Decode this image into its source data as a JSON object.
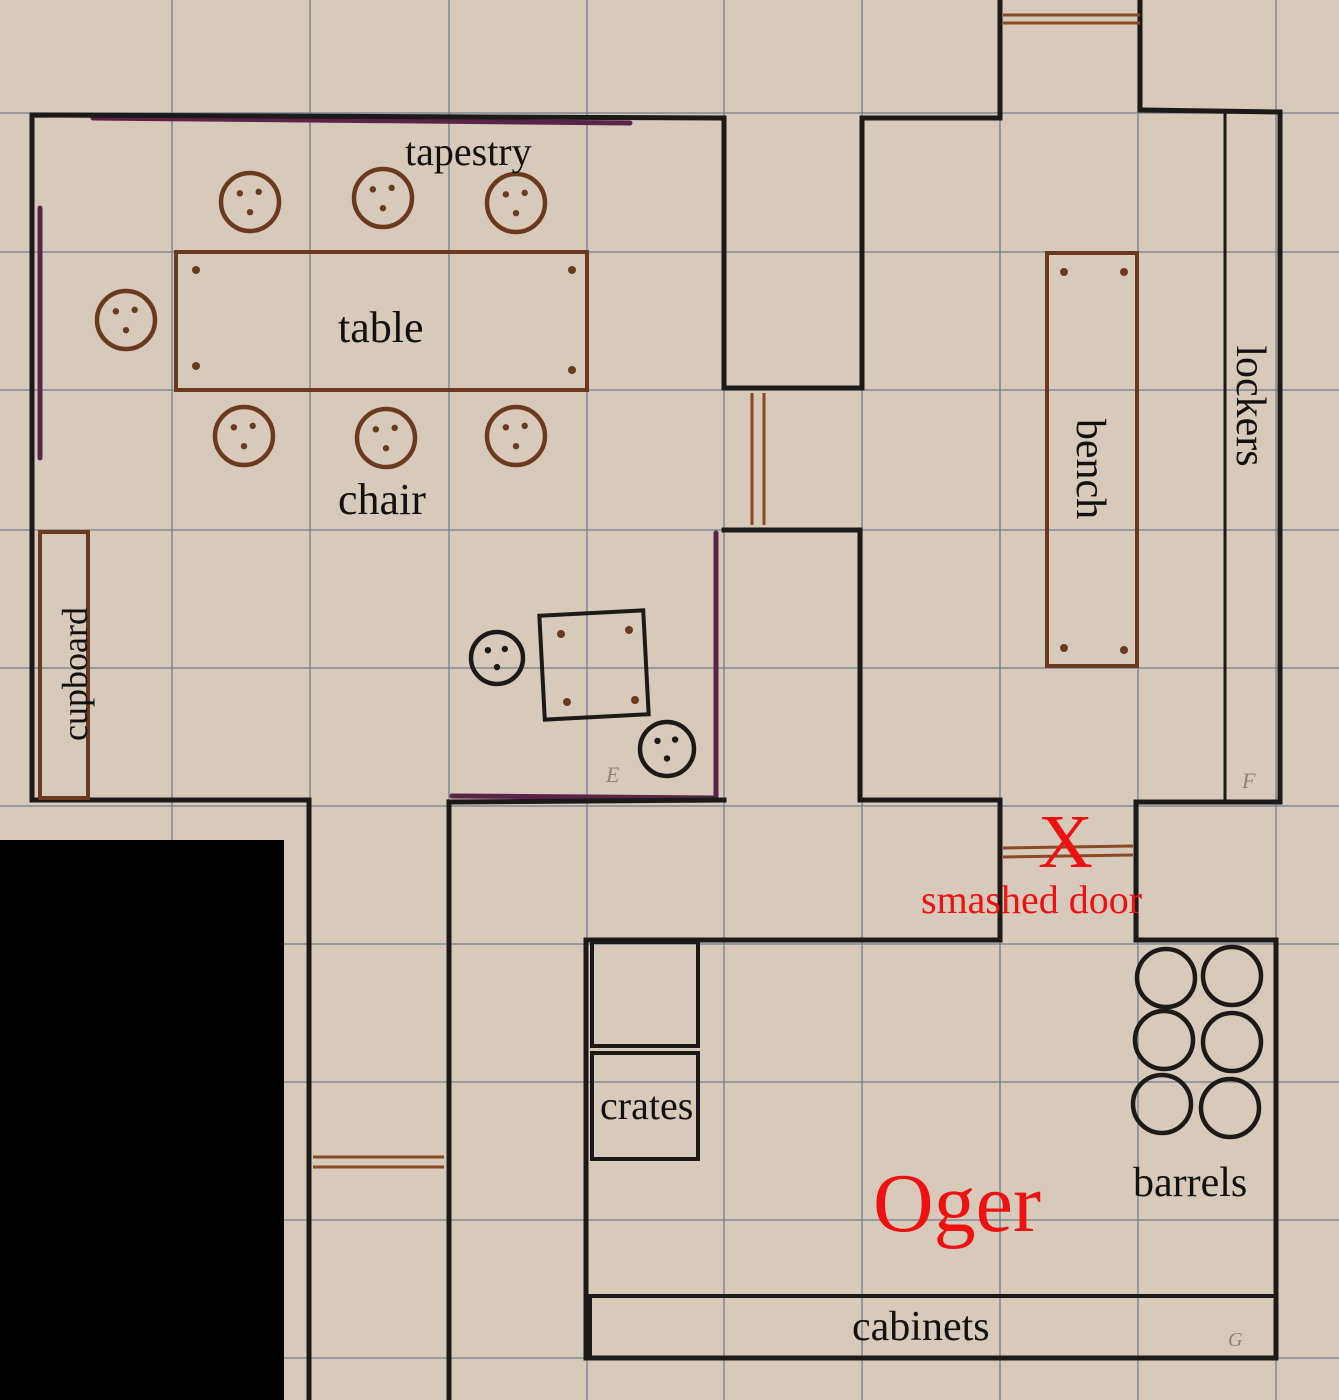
{
  "colors": {
    "paper": "#d7cabb",
    "grid": "#6f7d8c",
    "wall": "#1c1a19",
    "furniture": "#6b3a1e",
    "tapestry": "#5a2448",
    "door": "#8a4a25",
    "annotation": "#ee1111",
    "redaction": "#000000"
  },
  "labels": {
    "tapestry": "tapestry",
    "table": "table",
    "chair": "chair",
    "cupboard": "cupboard",
    "bench": "bench",
    "lockers": "lockers",
    "crates": "crates",
    "barrels": "barrels",
    "cabinets": "cabinets"
  },
  "room_codes": {
    "e": "E",
    "f": "F",
    "g": "G"
  },
  "annotations": {
    "door_marker": "X",
    "door_note": "smashed door",
    "monster": "Oger"
  }
}
